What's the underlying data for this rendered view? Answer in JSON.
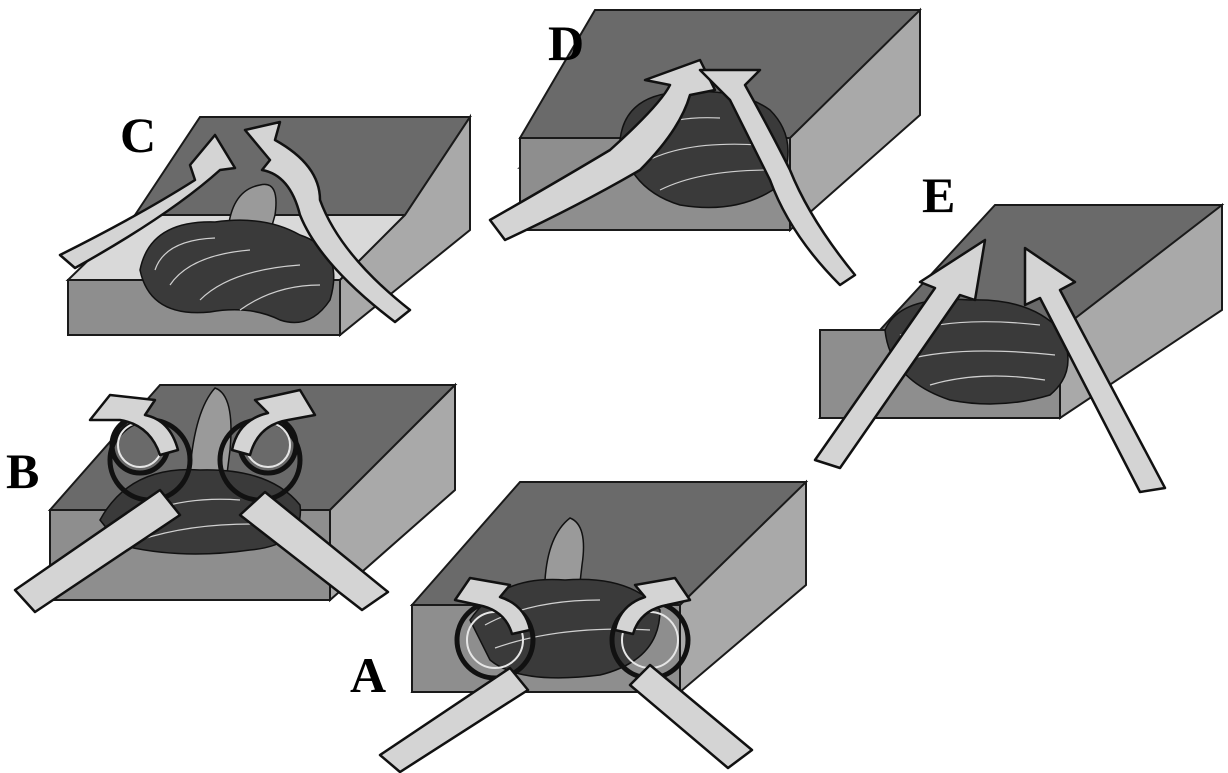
{
  "panels": [
    {
      "id": "A",
      "label": "A",
      "flow": "eddies"
    },
    {
      "id": "B",
      "label": "B",
      "flow": "eddies"
    },
    {
      "id": "C",
      "label": "C",
      "flow": "smooth"
    },
    {
      "id": "D",
      "label": "D",
      "flow": "smooth"
    },
    {
      "id": "E",
      "label": "E",
      "flow": "smooth"
    }
  ],
  "colors": {
    "back_wall": "#6a6a6a",
    "side_wall": "#a9a9a9",
    "floor": "#d9d9d9",
    "arrow_fill": "#d4d4d4",
    "outline": "#111111"
  },
  "icons": {
    "flow_arrow": "flow-arrow-icon",
    "eddy": "eddy-swirl-icon",
    "coral": "coral-colony-icon"
  }
}
